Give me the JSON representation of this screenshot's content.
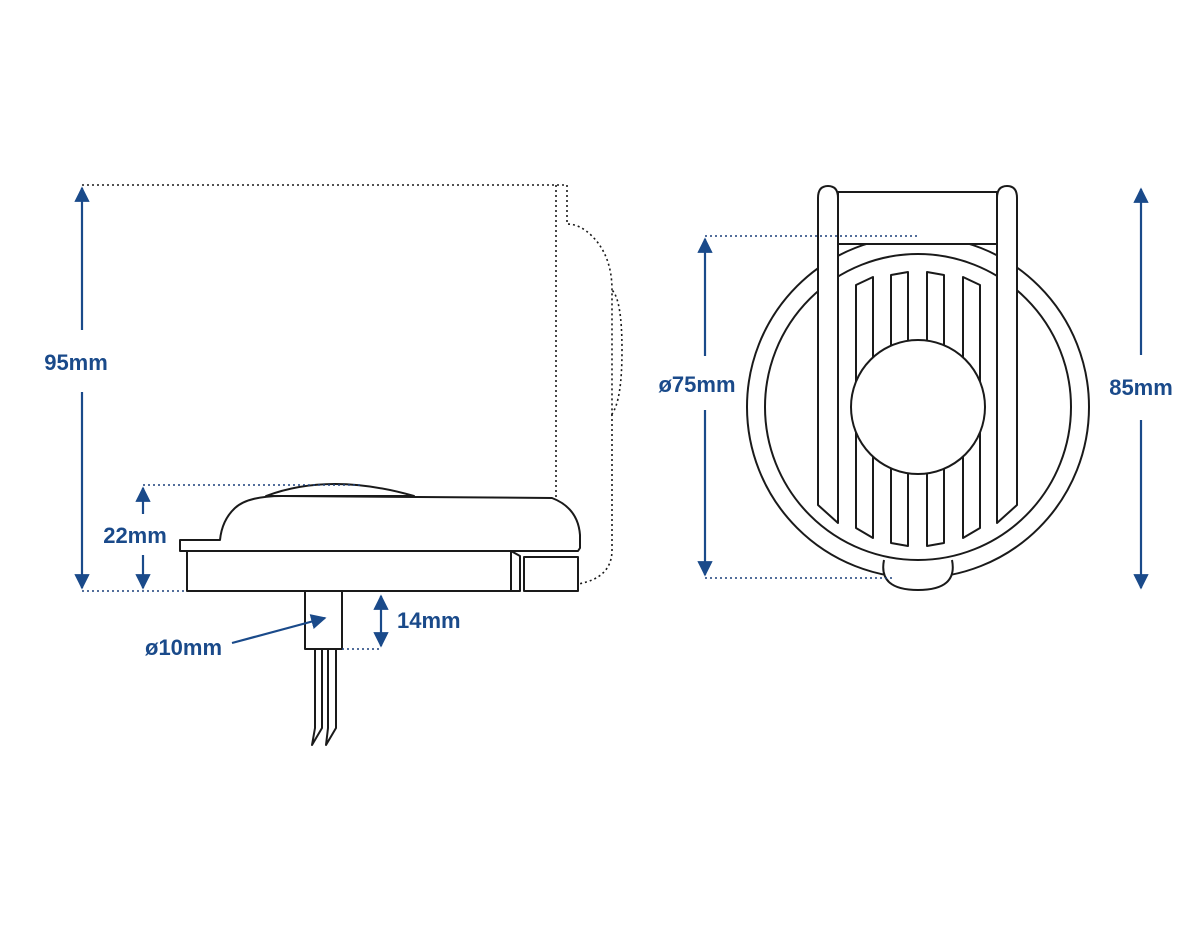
{
  "colors": {
    "dimension": "#1a4a8a",
    "outline": "#1a1a1a",
    "background": "#ffffff"
  },
  "dimensions": {
    "total_height": "95mm",
    "base_height": "22mm",
    "shaft_diameter": "ø10mm",
    "shaft_length": "14mm",
    "cover_diameter": "ø75mm",
    "front_height": "85mm"
  }
}
